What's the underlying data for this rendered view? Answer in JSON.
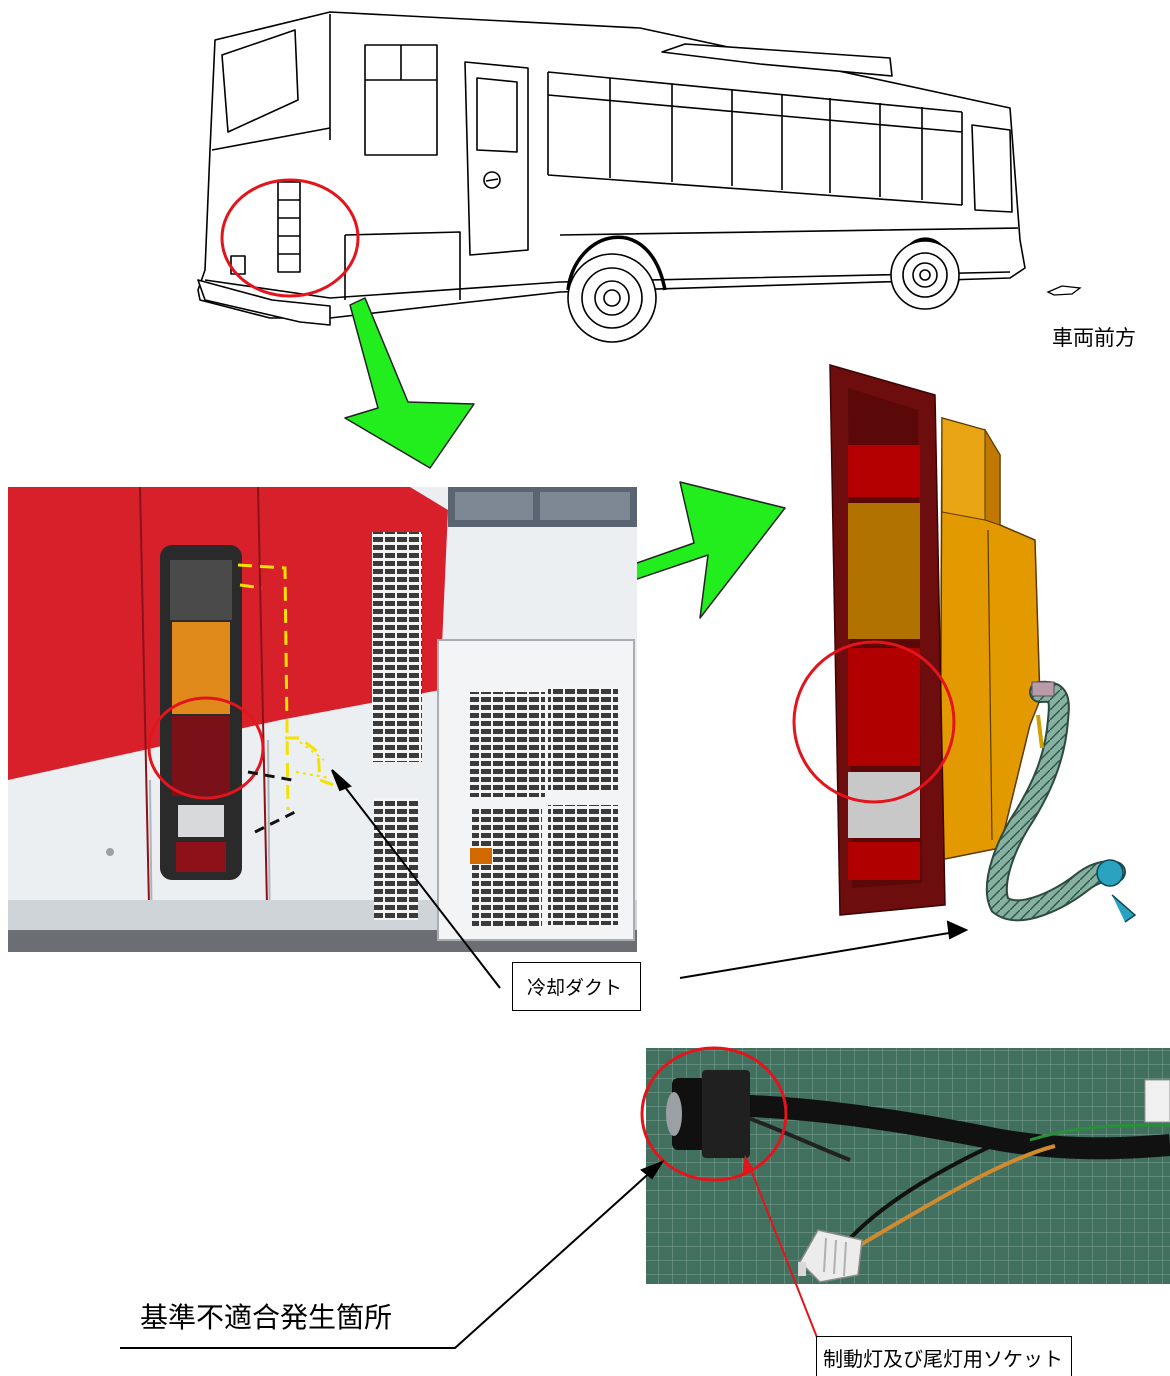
{
  "labels": {
    "vehicle_front": "車両前方",
    "cooling_duct": "冷却ダクト",
    "noncompliance_location": "基準不適合発生箇所",
    "socket": "制動灯及び尾灯用ソケット"
  },
  "colors": {
    "highlight_circle": "#e3141b",
    "flow_arrow": "#22ee1e",
    "body_red": "#d8202a",
    "lamp_frame": "#6e0d0d",
    "lamp_red": "#b00000",
    "lamp_amber": "#b97700",
    "housing_orange": "#e39a00",
    "harness_green": "#7fa89a",
    "duct_path": "#f2e200",
    "mat_green": "#3f6b5e"
  }
}
